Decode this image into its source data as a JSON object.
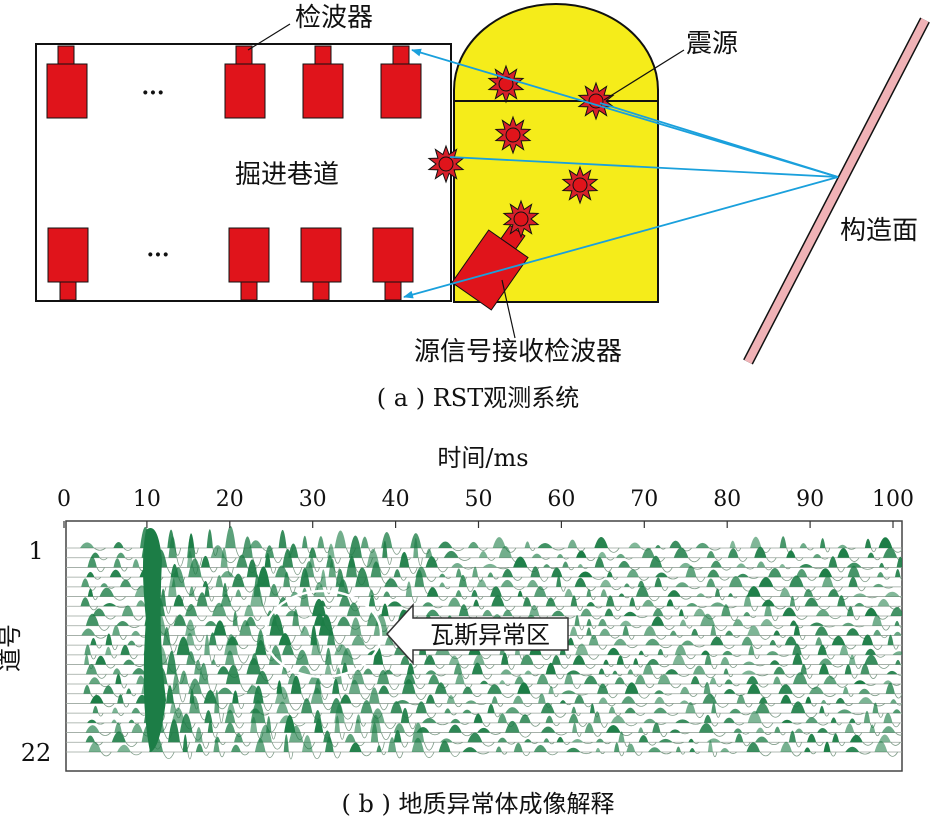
{
  "panel_a": {
    "detector_label": "检波器",
    "source_label": "震源",
    "tunnel_label": "掘进巷道",
    "structure_label": "构造面",
    "source_receiver_label": "源信号接收检波器",
    "ellipsis": "···",
    "caption": "( a ) RST观测系统"
  },
  "panel_b": {
    "time_axis_label": "时间/ms",
    "trace_axis_label": "道号",
    "time_ticks": [
      "0",
      "10",
      "20",
      "30",
      "40",
      "50",
      "60",
      "70",
      "80",
      "90",
      "100"
    ],
    "trace_first": "1",
    "trace_last": "22",
    "anomaly_label": "瓦斯异常区",
    "caption": "( b ) 地质异常体成像解释"
  },
  "colors": {
    "detector": "#e0141b",
    "source_face": "#f5ec1a",
    "ray": "#1aa0dc",
    "structure": "#f0b2b6",
    "wave": "#1c7d46"
  }
}
